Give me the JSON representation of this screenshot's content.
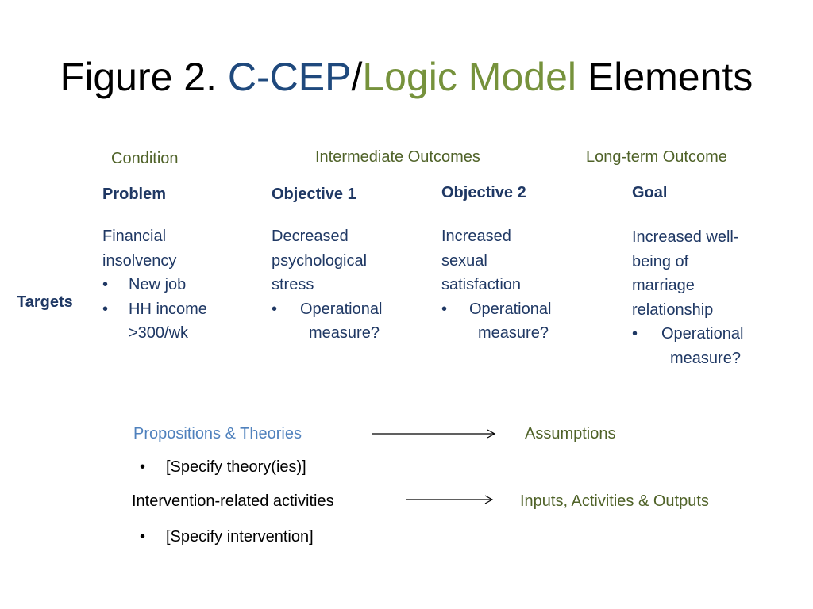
{
  "title": {
    "part1": "Figure 2. ",
    "part2": "C-CEP",
    "slash": "/",
    "part3": "Logic Model",
    "part4": " Elements",
    "colors": {
      "dark": "#000000",
      "blue": "#1f497d",
      "green": "#76923c"
    }
  },
  "section_headers": {
    "condition": "Condition",
    "intermediate": "Intermediate Outcomes",
    "long_term": "Long-term Outcome"
  },
  "row_label": "Targets",
  "columns": [
    {
      "heading": "Problem",
      "lines": [
        "Financial",
        "insolvency"
      ],
      "bullets": [
        [
          "New job"
        ],
        [
          "HH income",
          ">300/wk"
        ]
      ]
    },
    {
      "heading": "Objective 1",
      "lines": [
        "Decreased",
        "psychological",
        "stress"
      ],
      "bullets": [
        [
          "Operational",
          "measure?"
        ]
      ]
    },
    {
      "heading": "Objective 2",
      "lines": [
        "Increased",
        "sexual",
        "satisfaction"
      ],
      "bullets": [
        [
          "Operational",
          "measure?"
        ]
      ]
    },
    {
      "heading": "Goal",
      "lines": [
        "Increased well-",
        "being of",
        "marriage",
        "relationship"
      ],
      "bullets": [
        [
          "Operational",
          "measure?"
        ]
      ]
    }
  ],
  "bottom": {
    "propositions": "Propositions & Theories",
    "assumptions": "Assumptions",
    "theory_bullet": "[Specify theory(ies)]",
    "intervention": "Intervention-related activities",
    "inputs": "Inputs, Activities & Outputs",
    "intervention_bullet": "[Specify intervention]"
  },
  "bullet_glyph": "•",
  "icons": [
    "right-arrow-icon",
    "right-arrow-icon"
  ]
}
